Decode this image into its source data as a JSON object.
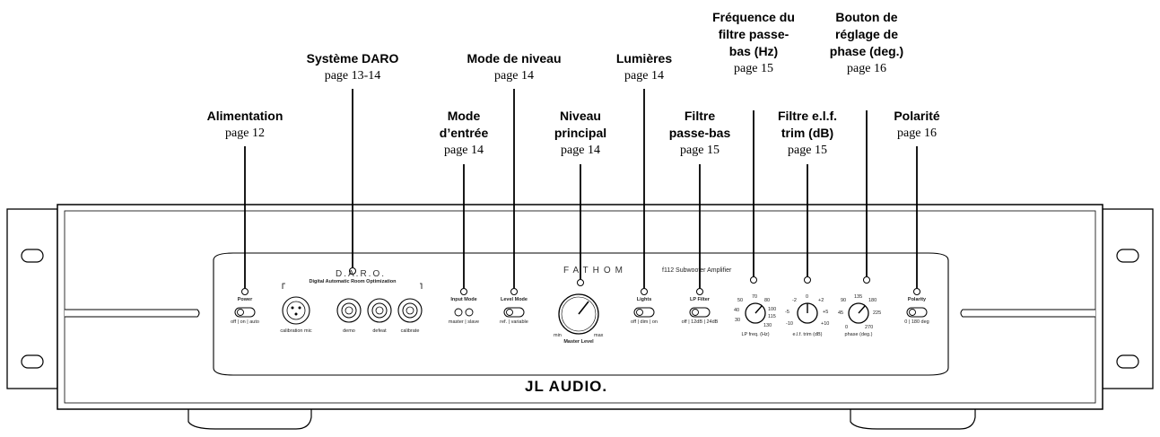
{
  "callouts": [
    {
      "id": "alimentation",
      "title": "Alimentation",
      "page": "page 12"
    },
    {
      "id": "daro",
      "title": "Système DARO",
      "page": "page 13-14"
    },
    {
      "id": "input-mode",
      "title": "Mode\nd’entrée",
      "page": "page 14"
    },
    {
      "id": "level-mode",
      "title": "Mode de niveau",
      "page": "page 14"
    },
    {
      "id": "master-level",
      "title": "Niveau\nprincipal",
      "page": "page 14"
    },
    {
      "id": "lights",
      "title": "Lumières",
      "page": "page 14"
    },
    {
      "id": "lp-filter",
      "title": "Filtre\npasse-bas",
      "page": "page 15"
    },
    {
      "id": "lp-freq",
      "title": "Fréquence du\nfiltre passe-\nbas (Hz)",
      "page": "page 15"
    },
    {
      "id": "elf-trim",
      "title": "Filtre e.l.f.\ntrim (dB)",
      "page": "page 15"
    },
    {
      "id": "phase",
      "title": "Bouton de\nréglage de\nphase (deg.)",
      "page": "page 16"
    },
    {
      "id": "polarity",
      "title": "Polarité",
      "page": "page 16"
    }
  ],
  "panel": {
    "brand": "JL AUDIO.",
    "model_logo": "FATHOM",
    "model_sub": "f112 Subwoofer Amplifier",
    "daro_logo": "D.A.R.O.",
    "daro_caption": "Digital Automatic Room Optimization",
    "power": {
      "label": "Power",
      "positions": "off | on | auto"
    },
    "calibration_mic": "calibration mic",
    "demo": "demo",
    "defeat": "defeat",
    "calibrate": "calibrate",
    "input_mode": {
      "label": "Input Mode",
      "positions": "master | slave"
    },
    "level_mode": {
      "label": "Level Mode",
      "positions": "ref. | variable"
    },
    "master_level": {
      "label": "Master Level",
      "min": "min",
      "max": "max"
    },
    "lights": {
      "label": "Lights",
      "positions": "off | dim | on"
    },
    "lp_filter": {
      "label": "LP Filter",
      "positions": "off | 12dB | 24dB"
    },
    "lp_freq": {
      "label": "LP freq. (Hz)",
      "ticks": [
        "30",
        "40",
        "50",
        "70",
        "80",
        "100",
        "115",
        "130"
      ]
    },
    "elf_trim": {
      "label": "e.l.f. trim (dB)",
      "ticks": [
        "-10",
        "-5",
        "-2",
        "0",
        "+2",
        "+5",
        "+10"
      ]
    },
    "phase": {
      "label": "phase (deg.)",
      "ticks": [
        "0",
        "45",
        "90",
        "135",
        "180",
        "225",
        "270"
      ]
    },
    "polarity": {
      "label": "Polarity",
      "positions": "0 | 180 deg"
    }
  }
}
